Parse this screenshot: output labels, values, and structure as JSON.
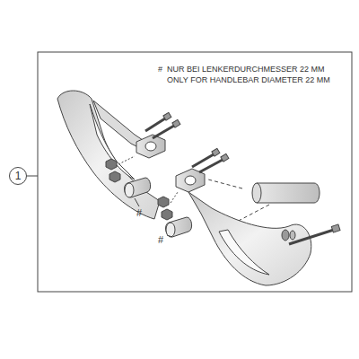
{
  "diagram": {
    "nodes": [
      {
        "text": [
          "1"
        ]
      }
    ],
    "labels": [
      "#",
      "NUR BEI LENKERDURCHMESSER 22 MM",
      "ONLY FOR HANDLEBAR DIAMETER 22 MM",
      "#",
      "#"
    ]
  }
}
